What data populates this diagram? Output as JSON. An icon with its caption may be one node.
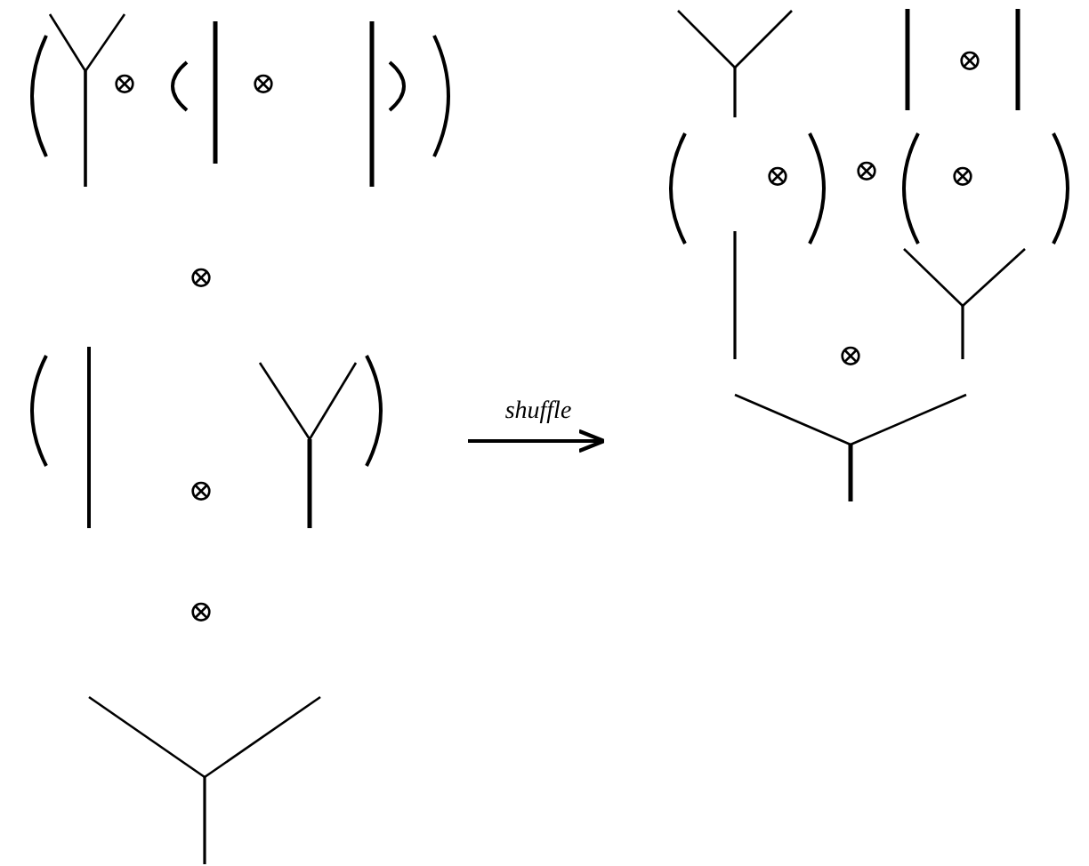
{
  "diagram": {
    "nodes": [
      {
        "text": [],
        "shape": "picture"
      },
      {
        "text": [],
        "shape": "picture"
      }
    ],
    "edges": [
      {
        "from": 0,
        "to": 1,
        "arrow": "to",
        "label": "shuffle"
      }
    ],
    "labels": [
      "⊗",
      "⊗",
      "⊗",
      "⊗",
      "⊗",
      "⊗",
      "⊗",
      "⊗",
      "⊗",
      "⊗"
    ]
  }
}
